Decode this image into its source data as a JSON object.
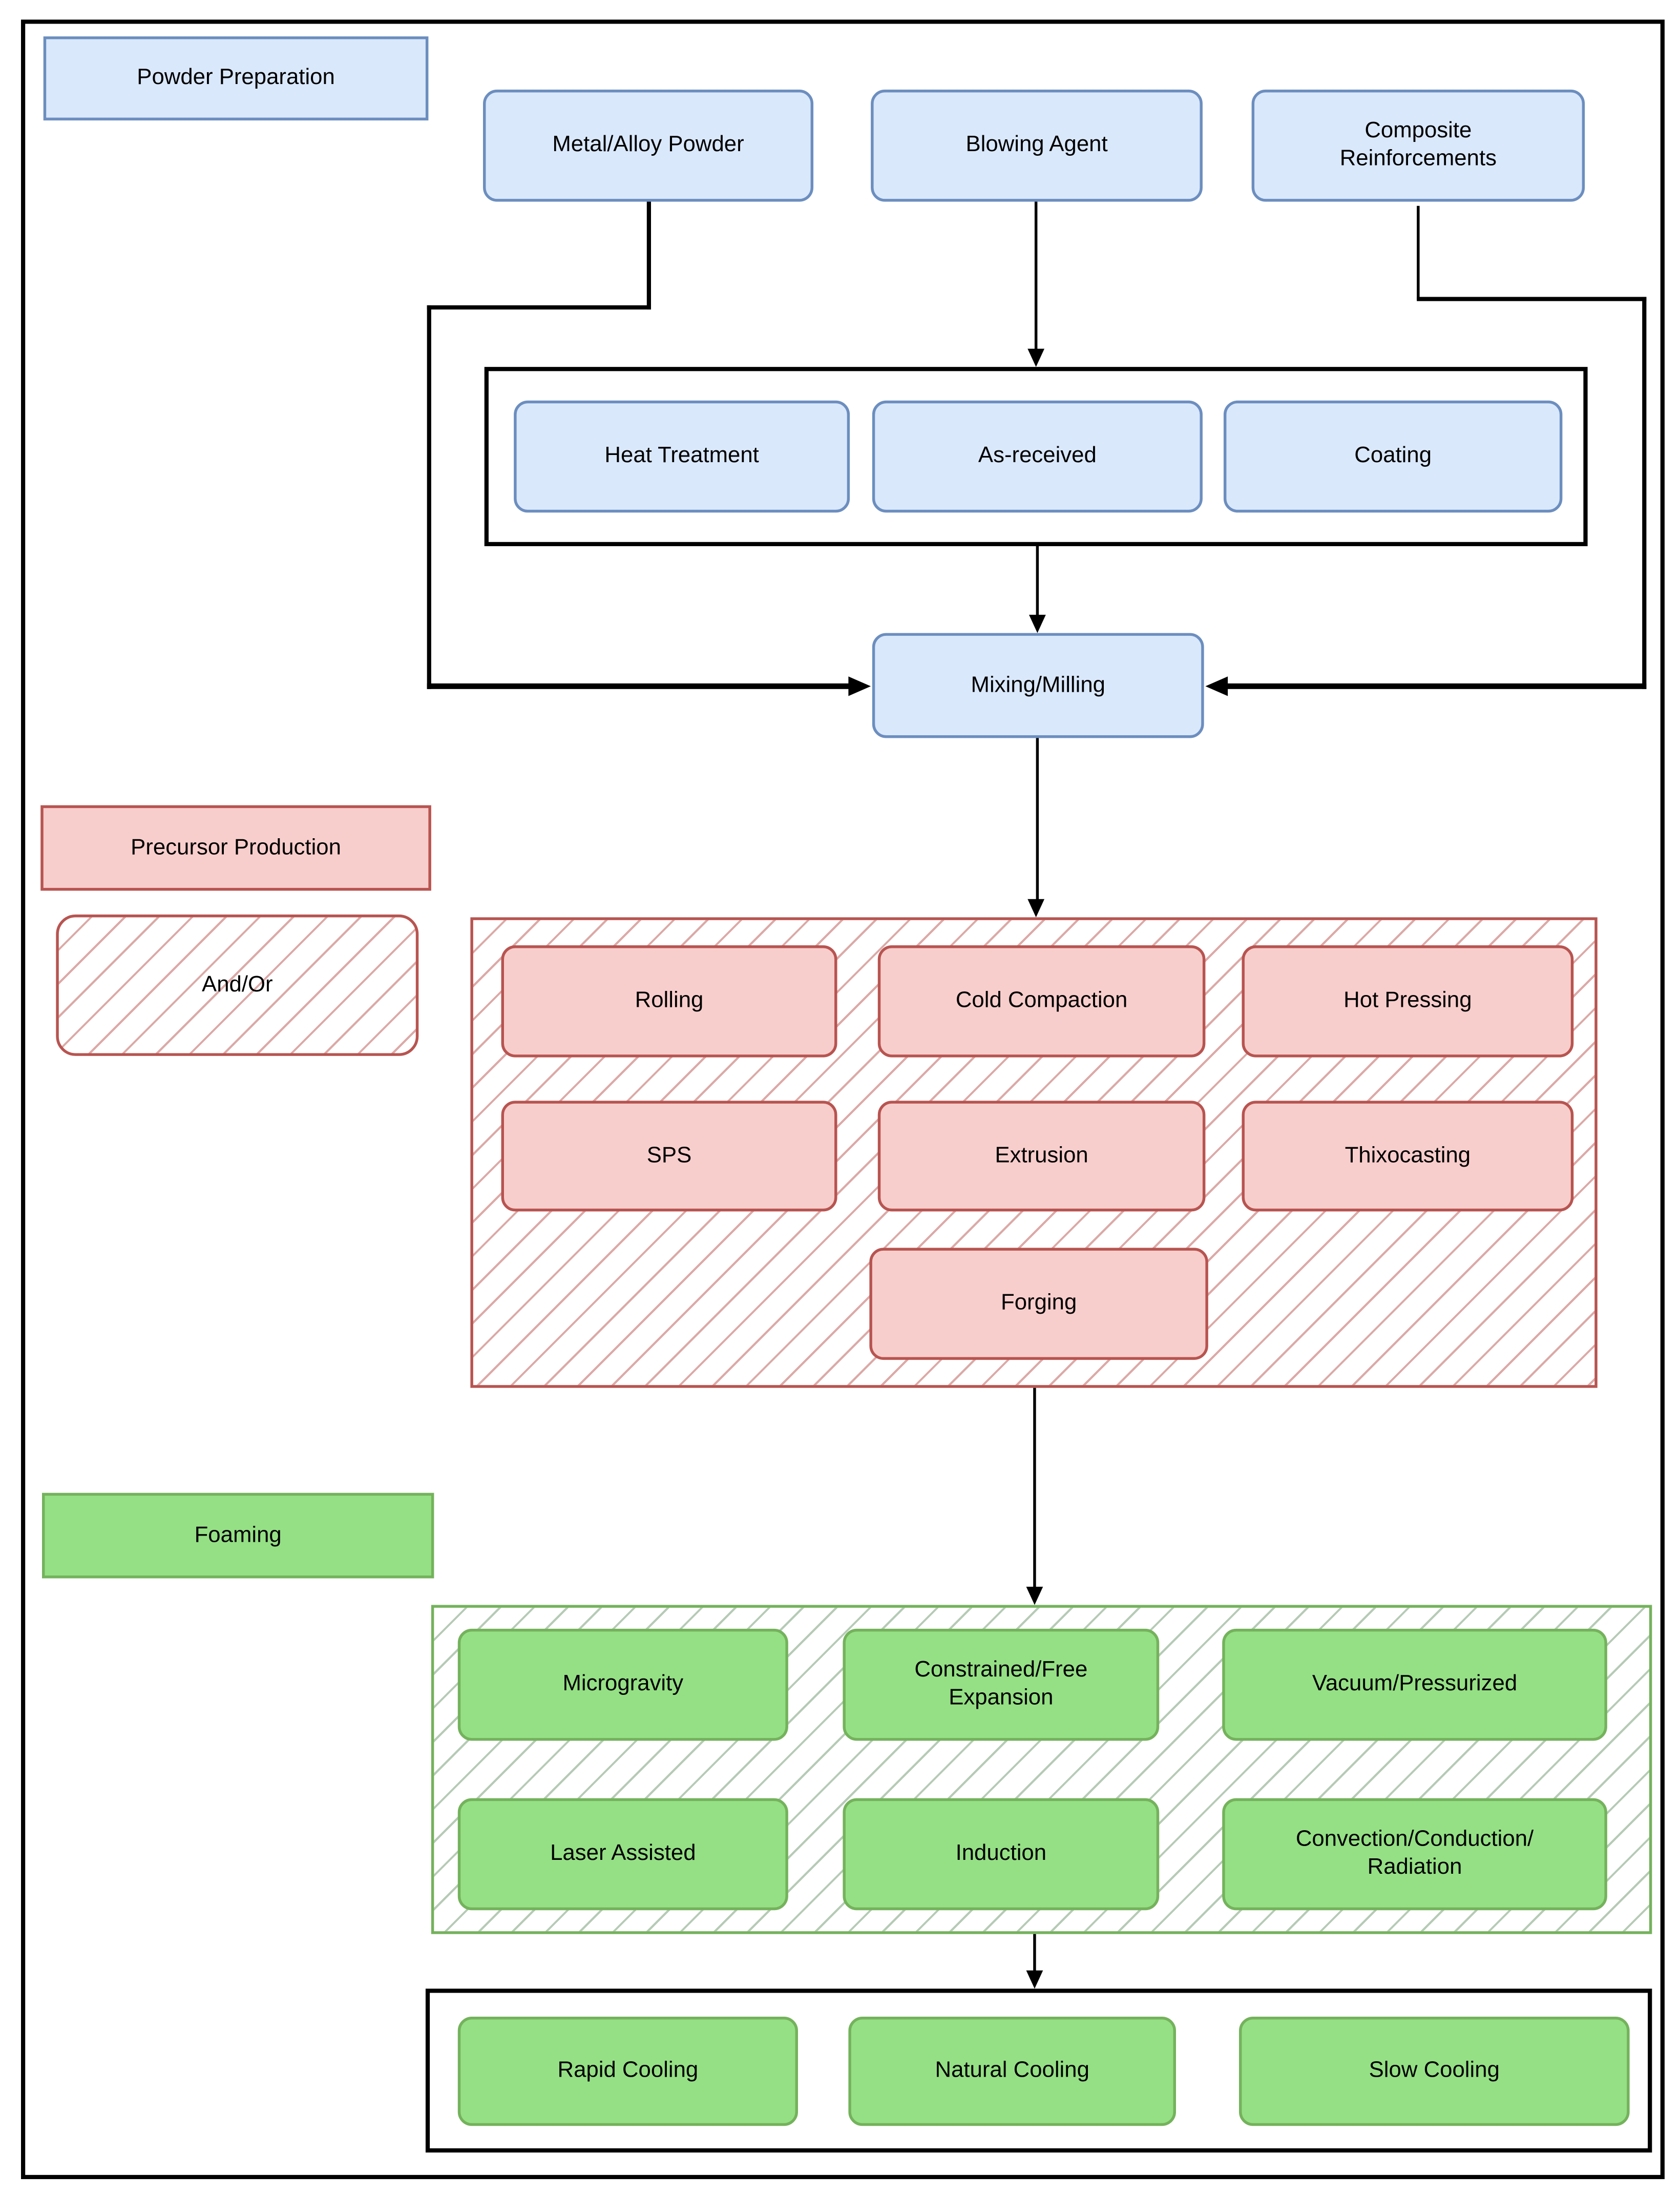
{
  "colors": {
    "blue_fill": "#dae8fc",
    "blue_border": "#6c8ebf",
    "red_fill": "#f8cecc",
    "red_border": "#b85450",
    "green_fill": "#95e085",
    "green_border": "#74b25c",
    "connector": "#000000"
  },
  "powder_preparation": {
    "label": "Powder Preparation",
    "sources": [
      "Metal/Alloy Powder",
      "Blowing Agent",
      "Composite Reinforcements"
    ],
    "treatments": [
      "Heat Treatment",
      "As-received",
      "Coating"
    ],
    "mixing": "Mixing/Milling"
  },
  "precursor_production": {
    "label": "Precursor Production",
    "and_or": "And/Or",
    "row1": [
      "Rolling",
      "Cold Compaction",
      "Hot Pressing"
    ],
    "row2": [
      "SPS",
      "Extrusion",
      "Thixocasting"
    ],
    "row3": [
      "Forging"
    ]
  },
  "foaming": {
    "label": "Foaming",
    "row1": [
      "Microgravity",
      "Constrained/Free Expansion",
      "Vacuum/Pressurized"
    ],
    "row2": [
      "Laser Assisted",
      "Induction",
      "Convection/Conduction/Radiation"
    ],
    "cooling": [
      "Rapid Cooling",
      "Natural Cooling",
      "Slow Cooling"
    ]
  }
}
